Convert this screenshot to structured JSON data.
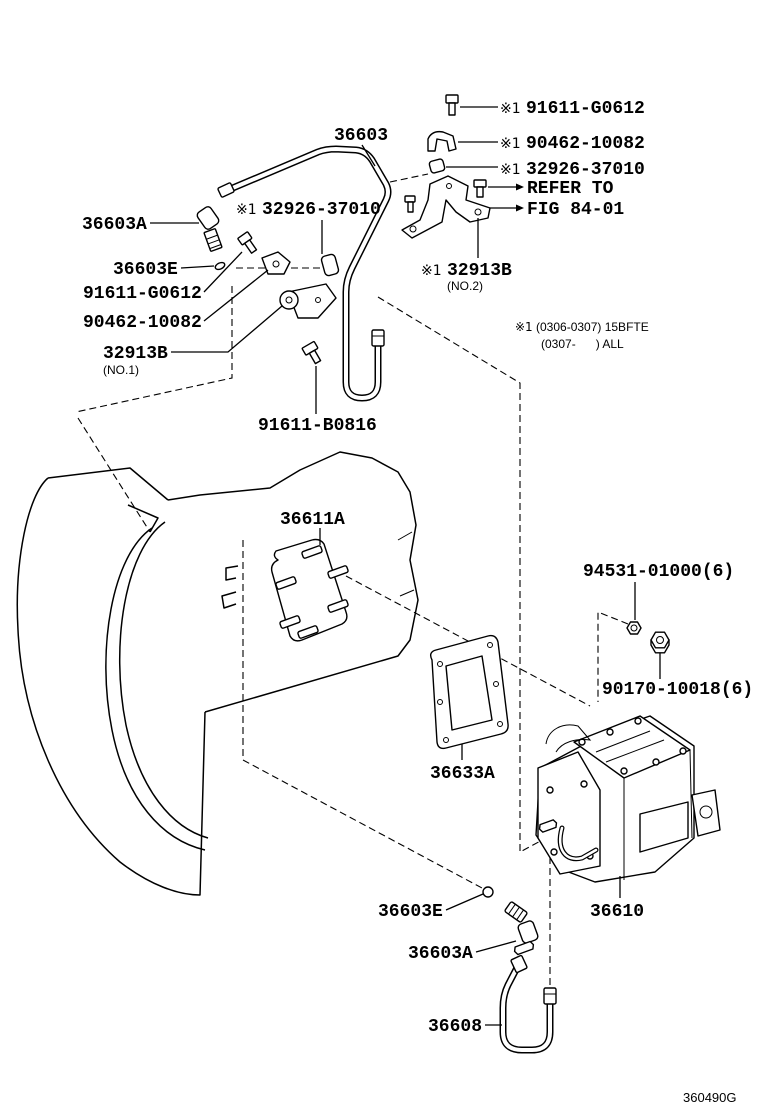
{
  "colors": {
    "ink": "#000000",
    "background": "#ffffff"
  },
  "mark": "※1",
  "note": {
    "line1": "(0306-0307) 15BFTE",
    "line2": "(0307-      ) ALL"
  },
  "callouts": {
    "bolt_top": "91611-G0612",
    "clamp_top": "90462-10082",
    "cushion_top": "32926-37010",
    "refer_line1": "REFER TO",
    "refer_line2": "FIG 84-01",
    "pipe_upper": "36603",
    "union_upper": "36603A",
    "cushion_upper_left": "32926-37010",
    "oring_upper": "36603E",
    "bolt_upper_left": "91611-G0612",
    "clamp_upper_left": "90462-10082",
    "bracket_no1": "32913B",
    "bracket_no1_qualifier": "(NO.1)",
    "bolt_lower": "91611-B0816",
    "bracket_no2": "32913B",
    "bracket_no2_qualifier": "(NO.2)",
    "stud_plate": "36611A",
    "washer": "94531-01000(6)",
    "nut": "90170-10018(6)",
    "gasket": "36633A",
    "transfer_assembly": "36610",
    "oring_lower": "36603E",
    "union_lower": "36603A",
    "pipe_lower": "36608"
  },
  "figure_code": "360490G"
}
